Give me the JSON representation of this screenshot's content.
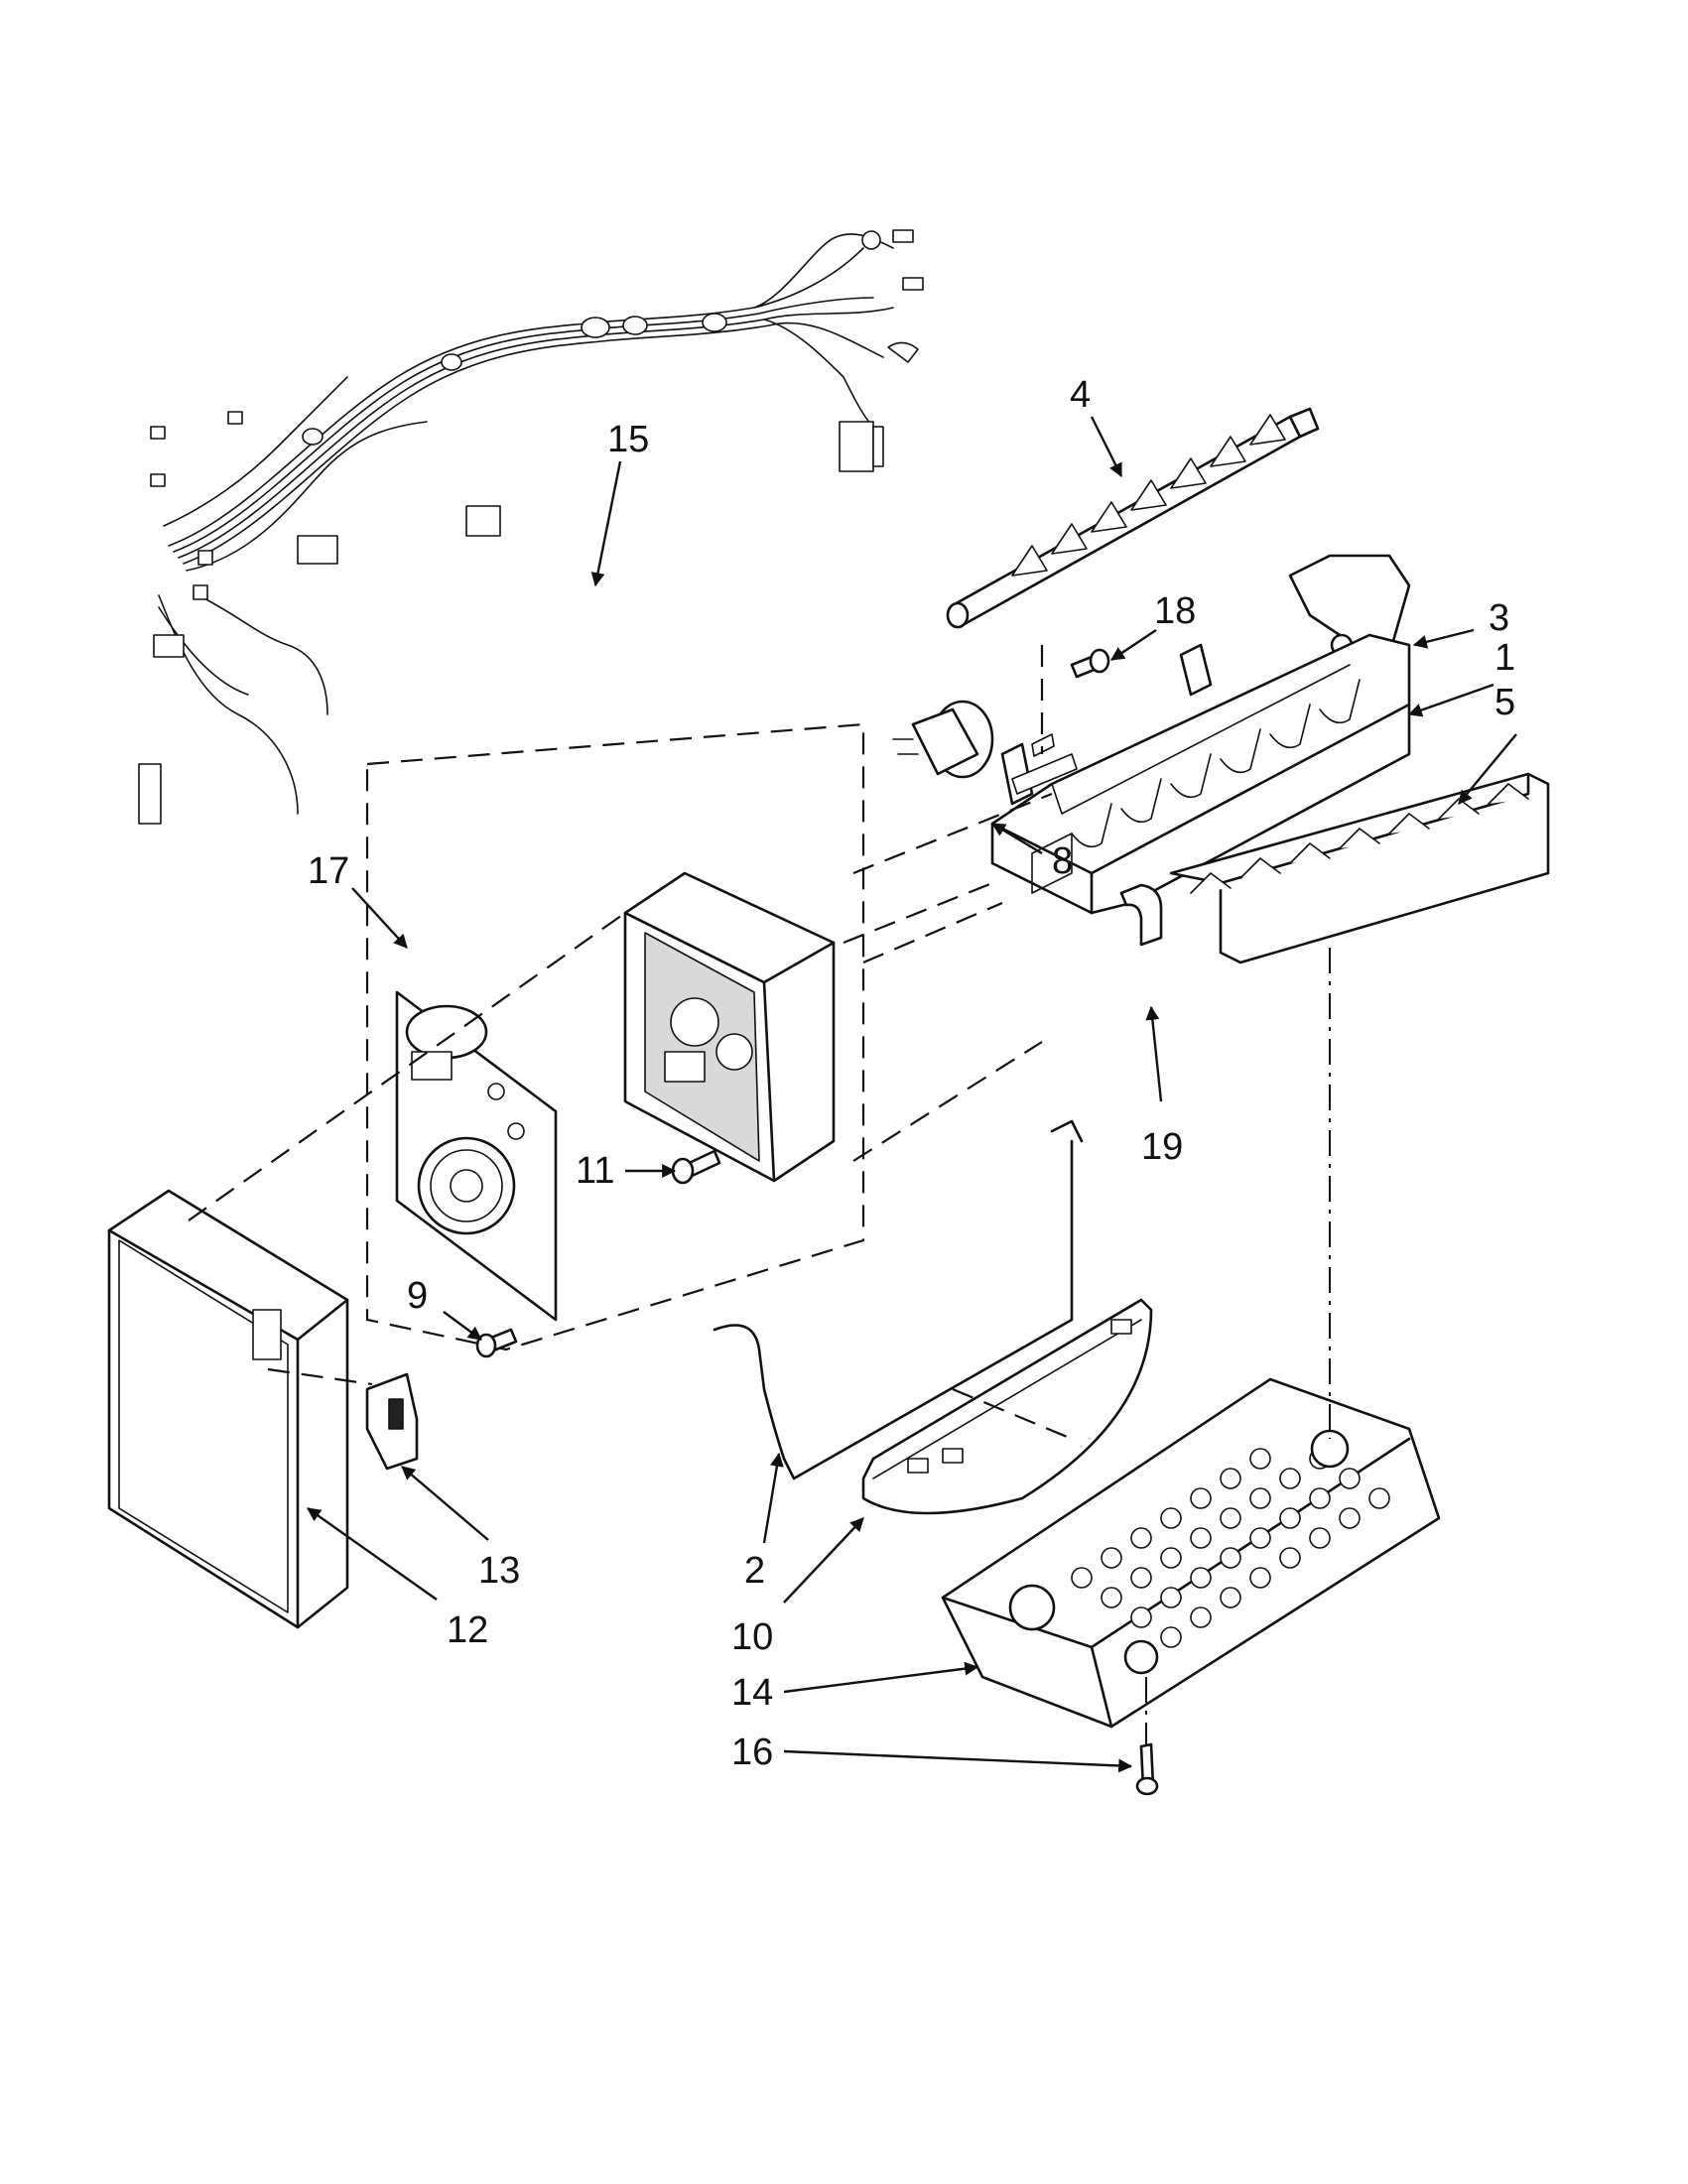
{
  "diagram": {
    "callouts": [
      "1",
      "2",
      "3",
      "4",
      "5",
      "8",
      "9",
      "10",
      "11",
      "12",
      "13",
      "14",
      "15",
      "16",
      "17",
      "18",
      "19"
    ]
  }
}
